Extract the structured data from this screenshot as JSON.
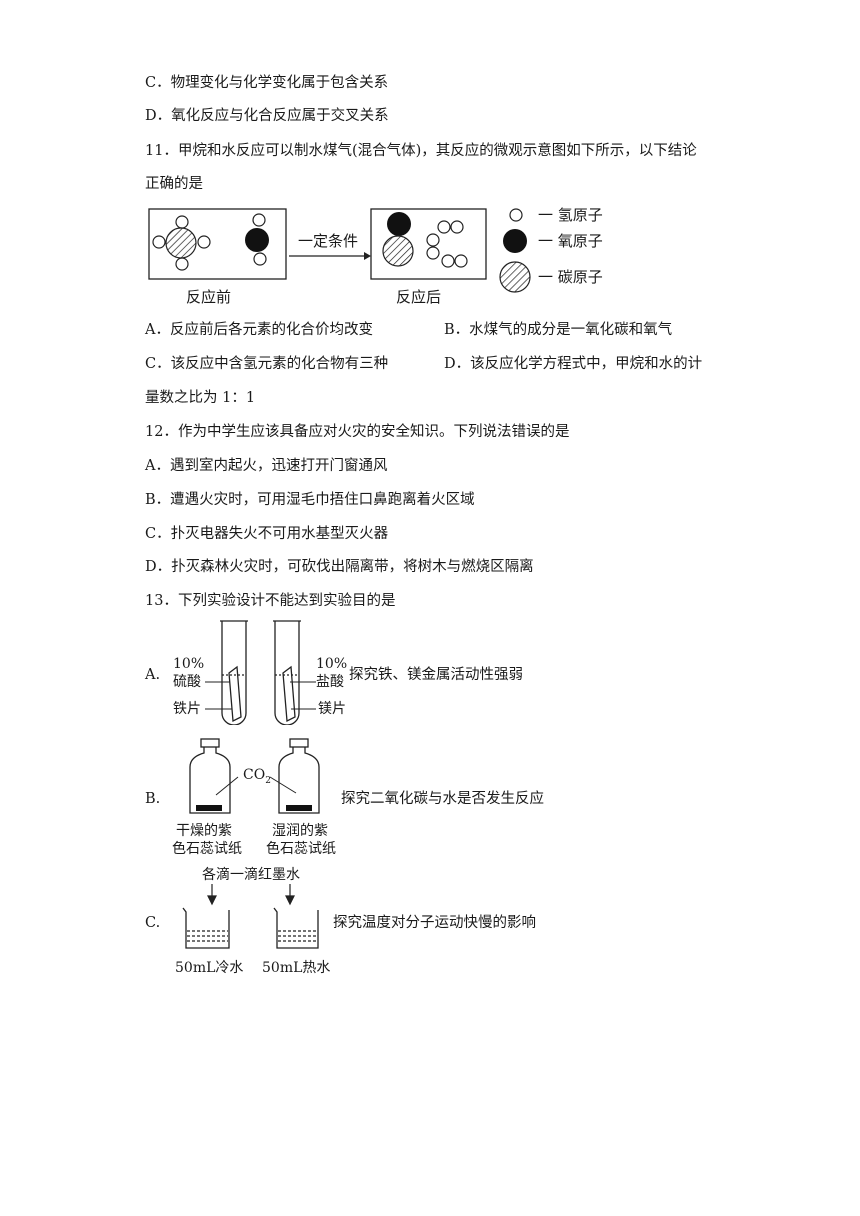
{
  "q10": {
    "c": "C．物理变化与化学变化属于包含关系",
    "d": "D．氧化反应与化合反应属于交叉关系"
  },
  "q11": {
    "stem_line1": "11．甲烷和水反应可以制水煤气(混合气体)，其反应的微观示意图如下所示，以下结论",
    "stem_line2": "正确的是",
    "diagram": {
      "condition": "一定条件",
      "before_label": "反应前",
      "after_label": "反应后",
      "legend": [
        "一 氢原子",
        "一 氧原子",
        "一 碳原子"
      ]
    },
    "a": "A．反应前后各元素的化合价均改变",
    "b": "B．水煤气的成分是一氧化碳和氧气",
    "c": "C．该反应中含氢元素的化合物有三种",
    "d_line1": "D．该反应化学方程式中，甲烷和水的计",
    "d_line2": "量数之比为 1：1"
  },
  "q12": {
    "stem": "12．作为中学生应该具备应对火灾的安全知识。下列说法错误的是",
    "a": "A．遇到室内起火，迅速打开门窗通风",
    "b": "B．遭遇火灾时，可用湿毛巾捂住口鼻跑离着火区域",
    "c": "C．扑灭电器失火不可用水基型灭火器",
    "d": "D．扑灭森林火灾时，可砍伐出隔离带，将树木与燃烧区隔离"
  },
  "q13": {
    "stem": "13．下列实验设计不能达到实验目的是",
    "a": {
      "letter": "A.",
      "left_conc": "10%",
      "left_acid": "硫酸",
      "left_metal": "铁片",
      "right_conc": "10%",
      "right_acid": "盐酸",
      "right_metal": "镁片",
      "desc": "探究铁、镁金属活动性强弱"
    },
    "b": {
      "letter": "B.",
      "gas": "CO",
      "gas_sub": "2",
      "left_line1": "干燥的紫",
      "left_line2": "色石蕊试纸",
      "right_line1": "湿润的紫",
      "right_line2": "色石蕊试纸",
      "desc": "探究二氧化碳与水是否发生反应"
    },
    "c": {
      "letter": "C.",
      "top": "各滴一滴红墨水",
      "left": "50mL冷水",
      "right": "50mL热水",
      "desc": "探究温度对分子运动快慢的影响"
    }
  }
}
